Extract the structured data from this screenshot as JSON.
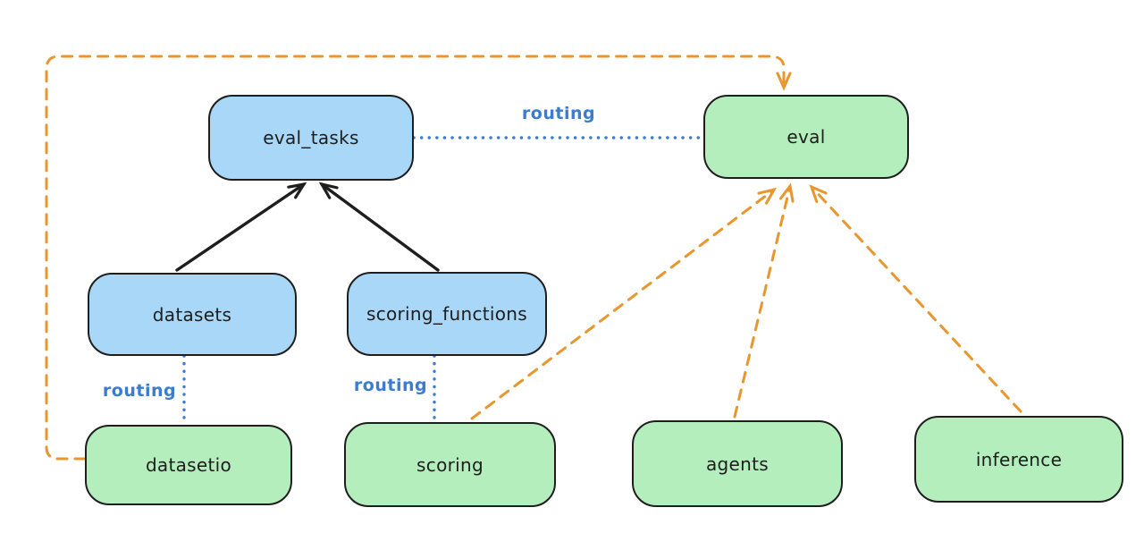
{
  "diagram": {
    "colors": {
      "canvas_background": "#ffffff",
      "node_stroke": "#1e1e1e",
      "blue_node_fill": "#a9d7f7",
      "green_node_fill": "#b4eebc",
      "black_arrow": "#1e1e1e",
      "routing_line_blue": "#3b7cd0",
      "provider_arrow_orange": "#e8962e"
    },
    "nodes": [
      {
        "id": "eval_tasks",
        "label": "eval_tasks",
        "kind": "resource-blue"
      },
      {
        "id": "eval",
        "label": "eval",
        "kind": "api-green"
      },
      {
        "id": "datasets",
        "label": "datasets",
        "kind": "resource-blue"
      },
      {
        "id": "scoring_functions",
        "label": "scoring_functions",
        "kind": "resource-blue"
      },
      {
        "id": "datasetio",
        "label": "datasetio",
        "kind": "api-green"
      },
      {
        "id": "scoring",
        "label": "scoring",
        "kind": "api-green"
      },
      {
        "id": "agents",
        "label": "agents",
        "kind": "api-green"
      },
      {
        "id": "inference",
        "label": "inference",
        "kind": "api-green"
      }
    ],
    "edges": [
      {
        "from": "datasets",
        "to": "eval_tasks",
        "style": "solid-black-arrow",
        "label": ""
      },
      {
        "from": "scoring_functions",
        "to": "eval_tasks",
        "style": "solid-black-arrow",
        "label": ""
      },
      {
        "from": "eval_tasks",
        "to": "eval",
        "style": "dotted-blue",
        "label": "routing"
      },
      {
        "from": "datasets",
        "to": "datasetio",
        "style": "dotted-blue",
        "label": "routing"
      },
      {
        "from": "scoring_functions",
        "to": "scoring",
        "style": "dotted-blue",
        "label": "routing"
      },
      {
        "from": "datasetio",
        "to": "eval",
        "style": "dashed-orange-arrow",
        "label": ""
      },
      {
        "from": "scoring",
        "to": "eval",
        "style": "dashed-orange-arrow",
        "label": ""
      },
      {
        "from": "agents",
        "to": "eval",
        "style": "dashed-orange-arrow",
        "label": ""
      },
      {
        "from": "inference",
        "to": "eval",
        "style": "dashed-orange-arrow",
        "label": ""
      }
    ]
  }
}
